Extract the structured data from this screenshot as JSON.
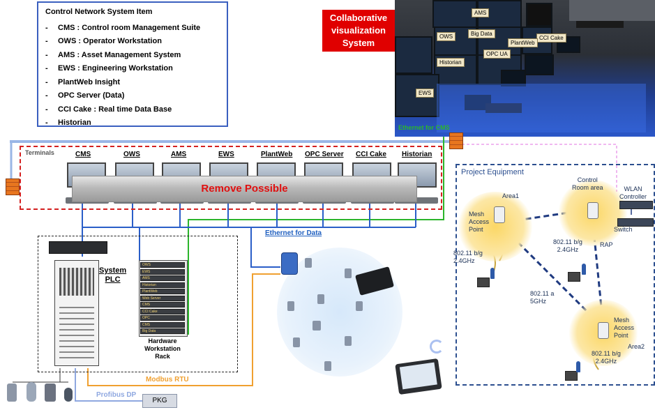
{
  "legend": {
    "title": "Control Network System Item",
    "items": [
      "CMS : Control room Management  Suite",
      "OWS : Operator Workstation",
      "AMS : Asset Management System",
      "EWS : Engineering Workstation",
      "PlantWeb Insight",
      "OPC Server (Data)",
      "CCI Cake : Real time Data Base",
      "Historian"
    ]
  },
  "collab": {
    "line1": "Collaborative",
    "line2": "visualization",
    "line3": "System"
  },
  "photo_tags": {
    "ams": "AMS",
    "ows": "OWS",
    "bigdata": "Big Data",
    "cci": "CCI Cake",
    "plantweb": "PlantWeb",
    "opcua": "OPC UA",
    "historian": "Historian",
    "ews": "EWS"
  },
  "ethernet_cms": "Ethernet for CMS",
  "terminals": {
    "label": "Terminals",
    "items": [
      "CMS",
      "OWS",
      "AMS",
      "EWS",
      "PlantWeb",
      "OPC Server",
      "CCI Cake",
      "Historian"
    ]
  },
  "remove_possible": "Remove Possible",
  "ethernet_data": "Ethernet for Data",
  "system_plc": {
    "line1": "System",
    "line2": "PLC"
  },
  "hw_rack": {
    "line1": "Hardware",
    "line2": "Workstation",
    "line3": "Rack"
  },
  "rack_units": [
    "OWS",
    "EWS",
    "AMS",
    "Historian",
    "PlantWeb",
    "Web Server",
    "CMS",
    "CCI Cake",
    "OPC",
    "CMS",
    "Big Data"
  ],
  "modbus": "Modbus RTU",
  "profibus": "Profibus DP",
  "pkg": "PKG",
  "project": {
    "title": "Project Equipment",
    "area1": "Area1",
    "control_room": {
      "line1": "Control",
      "line2": "Room area"
    },
    "wlan": {
      "line1": "WLAN",
      "line2": "Controller"
    },
    "switch": "Switch",
    "mesh_ap_1": {
      "line1": "Mesh",
      "line2": "Access",
      "line3": "Point"
    },
    "rap": "RAP",
    "band_1": {
      "line1": "802.11 b/g",
      "line2": "2.4GHz"
    },
    "band_rap": {
      "line1": "802.11 b/g",
      "line2": "2.4GHz"
    },
    "band_5g": {
      "line1": "802.11 a",
      "line2": "5GHz"
    },
    "mesh_ap_2": {
      "line1": "Mesh",
      "line2": "Access",
      "line3": "Point"
    },
    "area2": "Area2",
    "band_2": {
      "line1": "802.11 b/g",
      "line2": "2.4GHz"
    }
  },
  "colors": {
    "legend_border": "#3a5fbf",
    "collab_bg": "#e00000",
    "ethernet_cms": "#2bb52b",
    "ethernet_data": "#2060c0",
    "terminals_border": "#d42020",
    "remove_text": "#e01010",
    "modbus": "#f0a030",
    "profibus": "#8fa8e0",
    "project_border": "#2c4f8f"
  }
}
